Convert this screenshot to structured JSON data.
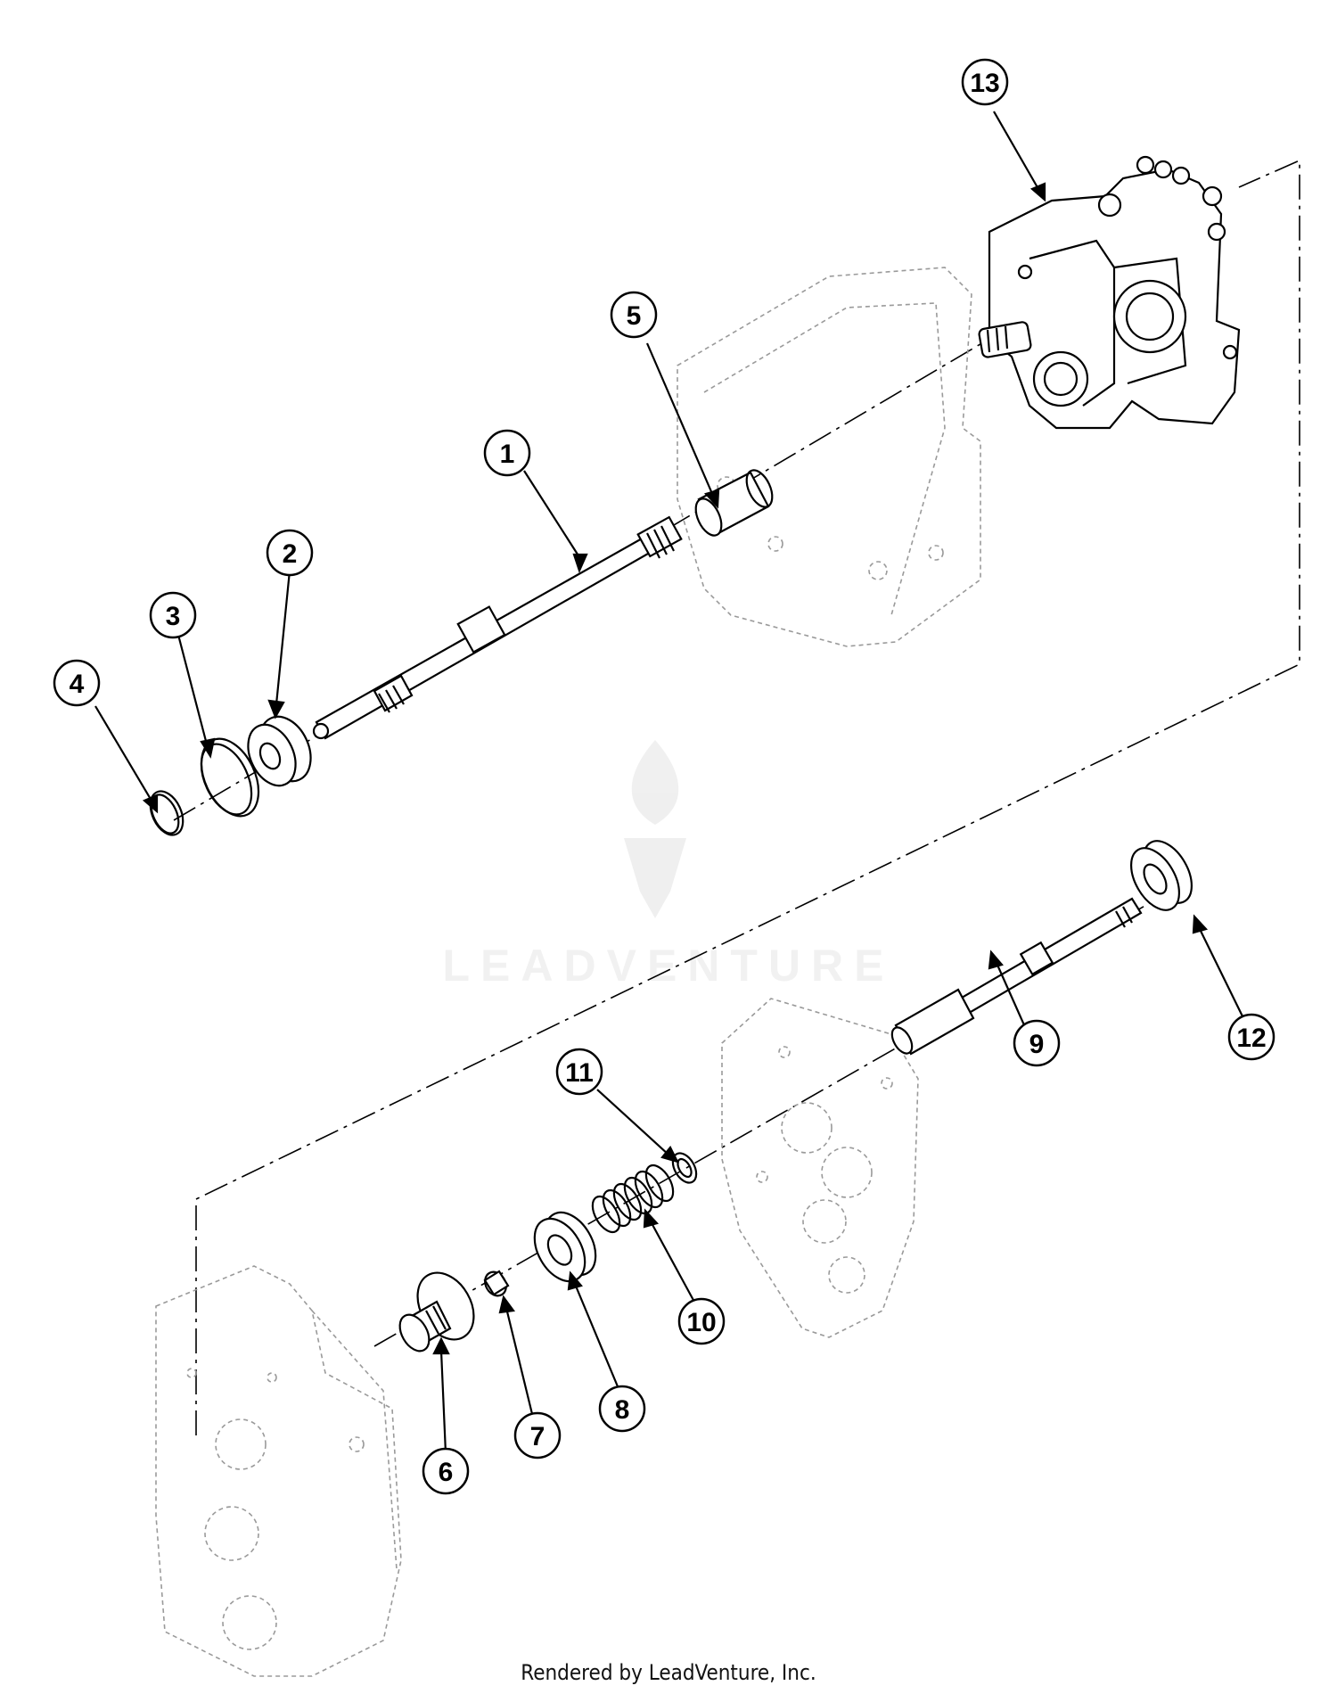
{
  "diagram": {
    "callouts": [
      {
        "id": "c1",
        "label": "1"
      },
      {
        "id": "c2",
        "label": "2"
      },
      {
        "id": "c3",
        "label": "3"
      },
      {
        "id": "c4",
        "label": "4"
      },
      {
        "id": "c5",
        "label": "5"
      },
      {
        "id": "c6",
        "label": "6"
      },
      {
        "id": "c7",
        "label": "7"
      },
      {
        "id": "c8",
        "label": "8"
      },
      {
        "id": "c9",
        "label": "9"
      },
      {
        "id": "c10",
        "label": "10"
      },
      {
        "id": "c11",
        "label": "11"
      },
      {
        "id": "c12",
        "label": "12"
      },
      {
        "id": "c13",
        "label": "13"
      }
    ],
    "watermark": "LEADVENTURE",
    "footer": "Rendered by LeadVenture, Inc."
  }
}
